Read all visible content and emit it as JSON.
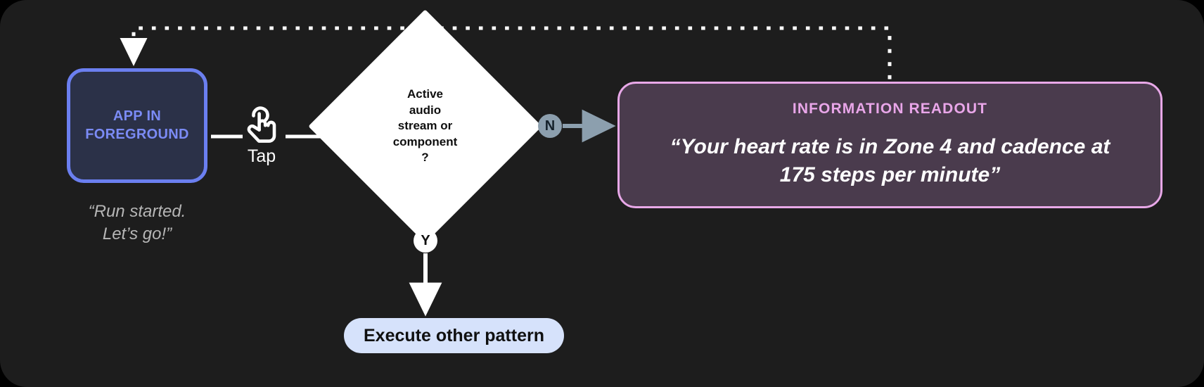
{
  "diagram": {
    "title": "Tap gesture information readout decision flow",
    "background_color": "#1d1d1d",
    "nodes": {
      "app_state": {
        "label": "APP IN\nFOREGROUND",
        "caption": "“Run started.\nLet’s go!”",
        "fill_color": "#2b3148",
        "border_color": "#6b7ff0",
        "text_color": "#7b8bf5"
      },
      "gesture": {
        "icon": "tap-gesture-icon",
        "label": "Tap"
      },
      "decision": {
        "text": "Active\naudio\nstream or\ncomponent\n?",
        "fill_color": "#ffffff",
        "text_color": "#0f0f0f"
      },
      "readout": {
        "title": "INFORMATION READOUT",
        "body": "“Your heart rate is in Zone 4 and cadence at\n175 steps per minute”",
        "fill_color": "#4a3b4d",
        "border_color": "#e8a8e8",
        "title_color": "#e9a6e9"
      },
      "other_pattern": {
        "label": "Execute other pattern",
        "fill_color": "#d6e2fb",
        "text_color": "#101010"
      }
    },
    "branches": {
      "no": {
        "token": "N",
        "token_color": "#8c9fae",
        "arrow_color": "#8c9fae"
      },
      "yes": {
        "token": "Y",
        "token_color": "#ffffff",
        "arrow_color": "#ffffff"
      }
    },
    "feedback_edge": {
      "style": "dotted",
      "color": "#ffffff",
      "description": "return-to-app-foreground"
    }
  }
}
